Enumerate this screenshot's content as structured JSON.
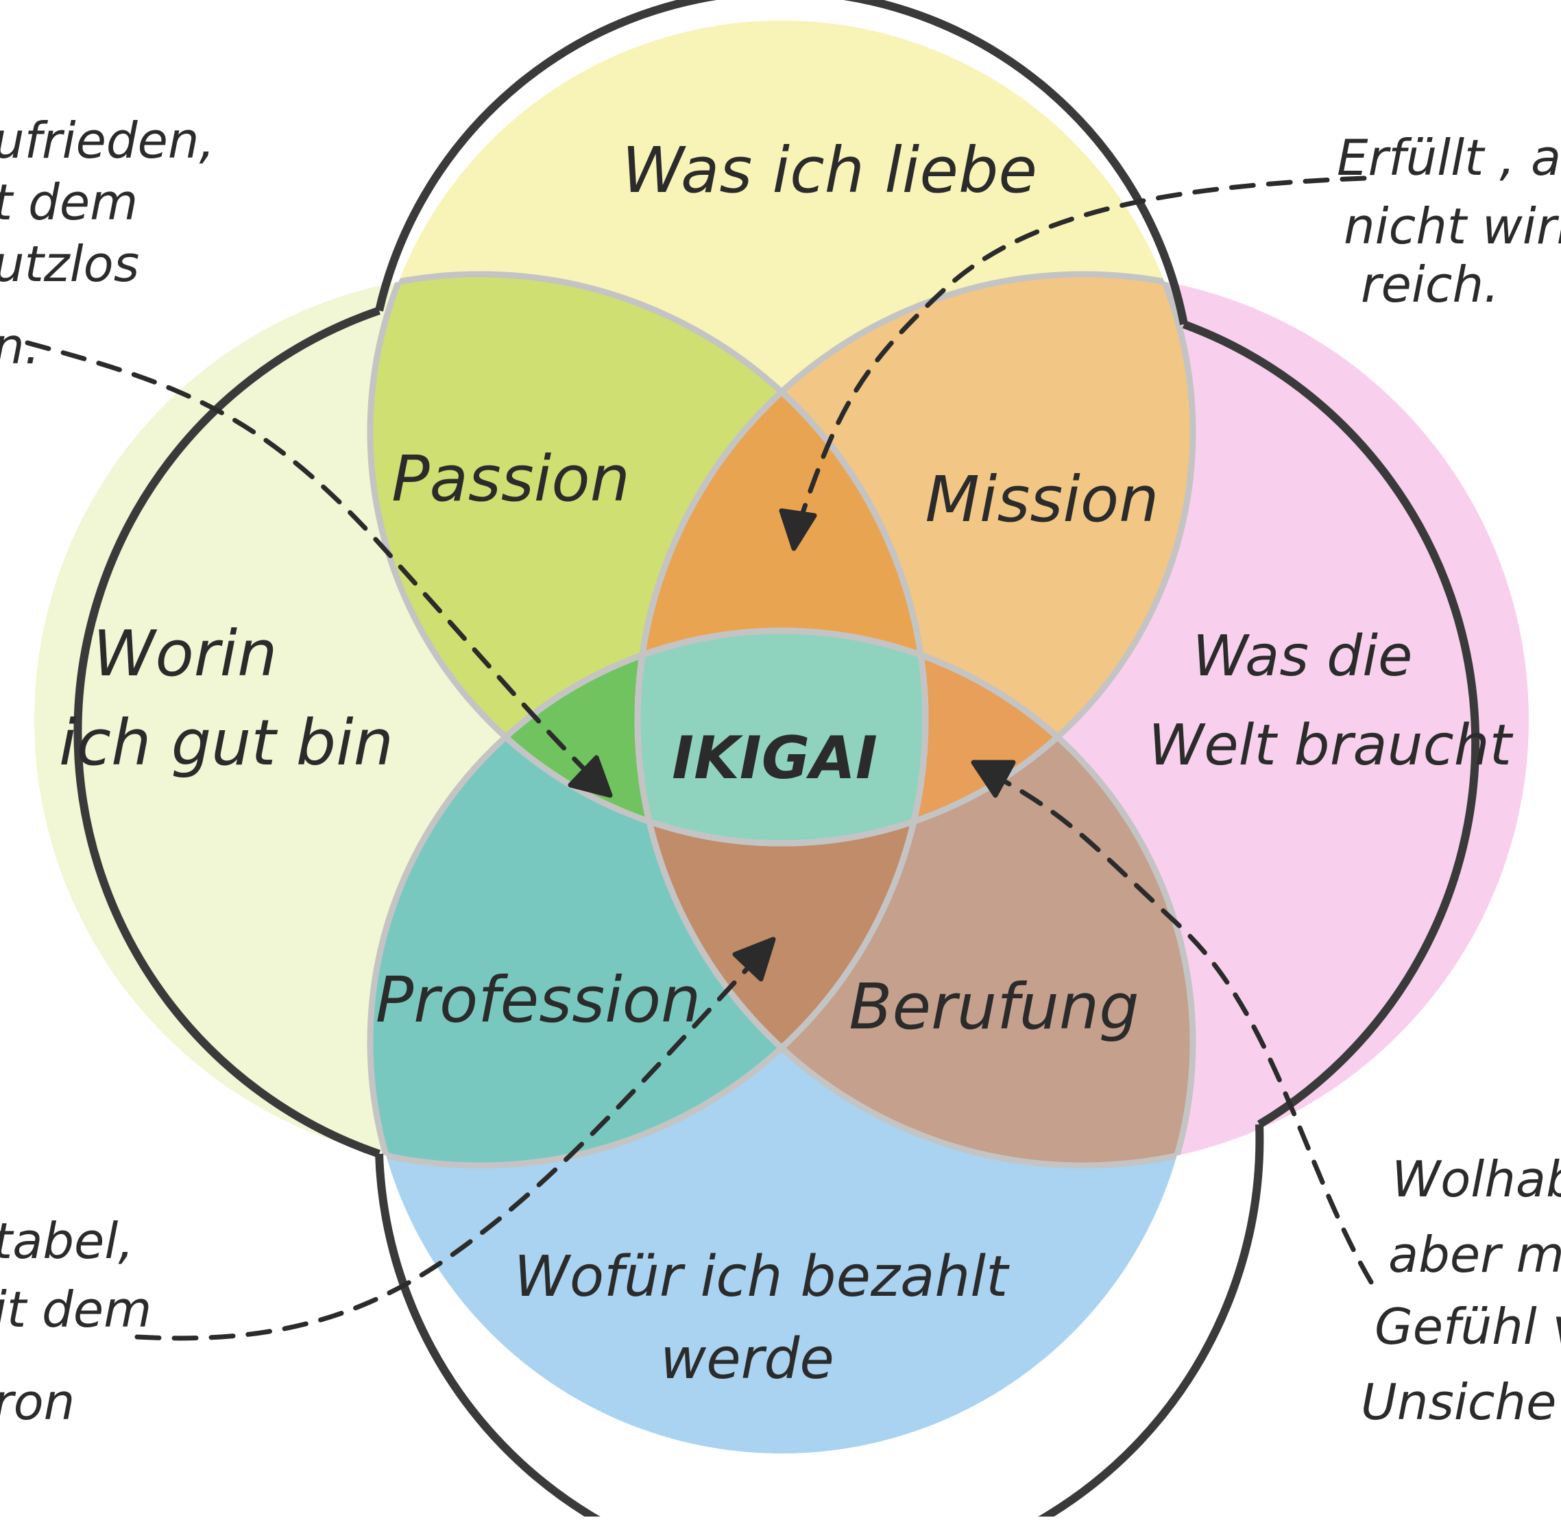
{
  "circles": {
    "top": {
      "label": "Was ich liebe",
      "color": "#f3e97a"
    },
    "left": {
      "label_lines": [
        "Worin",
        "ich gut bin"
      ],
      "color": "#e6efb0"
    },
    "right": {
      "label_lines": [
        "Was die",
        "Welt braucht"
      ],
      "color": "#f2a8dc"
    },
    "bottom": {
      "label_lines": [
        "Wofür ich bezahlt",
        "werde"
      ],
      "color": "#6fb6e6"
    }
  },
  "overlaps": {
    "passion": {
      "label": "Passion",
      "color": "#c9dc6a"
    },
    "mission": {
      "label": "Mission",
      "color": "#f1c27c"
    },
    "profession": {
      "label": "Profession",
      "color": "#6ec6b8"
    },
    "berufung": {
      "label": "Berufung",
      "color": "#c99a7d"
    },
    "center": {
      "label": "IKIGAI",
      "color": "#8fd3bf"
    },
    "inner_top": {
      "color": "#e9a04c"
    },
    "inner_left": {
      "color": "#6fc255"
    },
    "inner_right": {
      "color": "#ea9f55"
    },
    "inner_bottom": {
      "color": "#c08a66"
    }
  },
  "notes": {
    "top_left": [
      "ufrieden,",
      "t dem",
      "utzlos",
      "n."
    ],
    "top_right": [
      "Erfüllt , a",
      "nicht wirk",
      "reich."
    ],
    "bottom_left": [
      "tabel,",
      "it dem",
      "ron"
    ],
    "bottom_right": [
      "Wolhab",
      "aber mi",
      "Gefühl v",
      "Unsiche"
    ]
  },
  "colors": {
    "outline": "#3a3a3a",
    "inner_outline": "#c4c4c4",
    "ink": "#2b2b2b"
  }
}
